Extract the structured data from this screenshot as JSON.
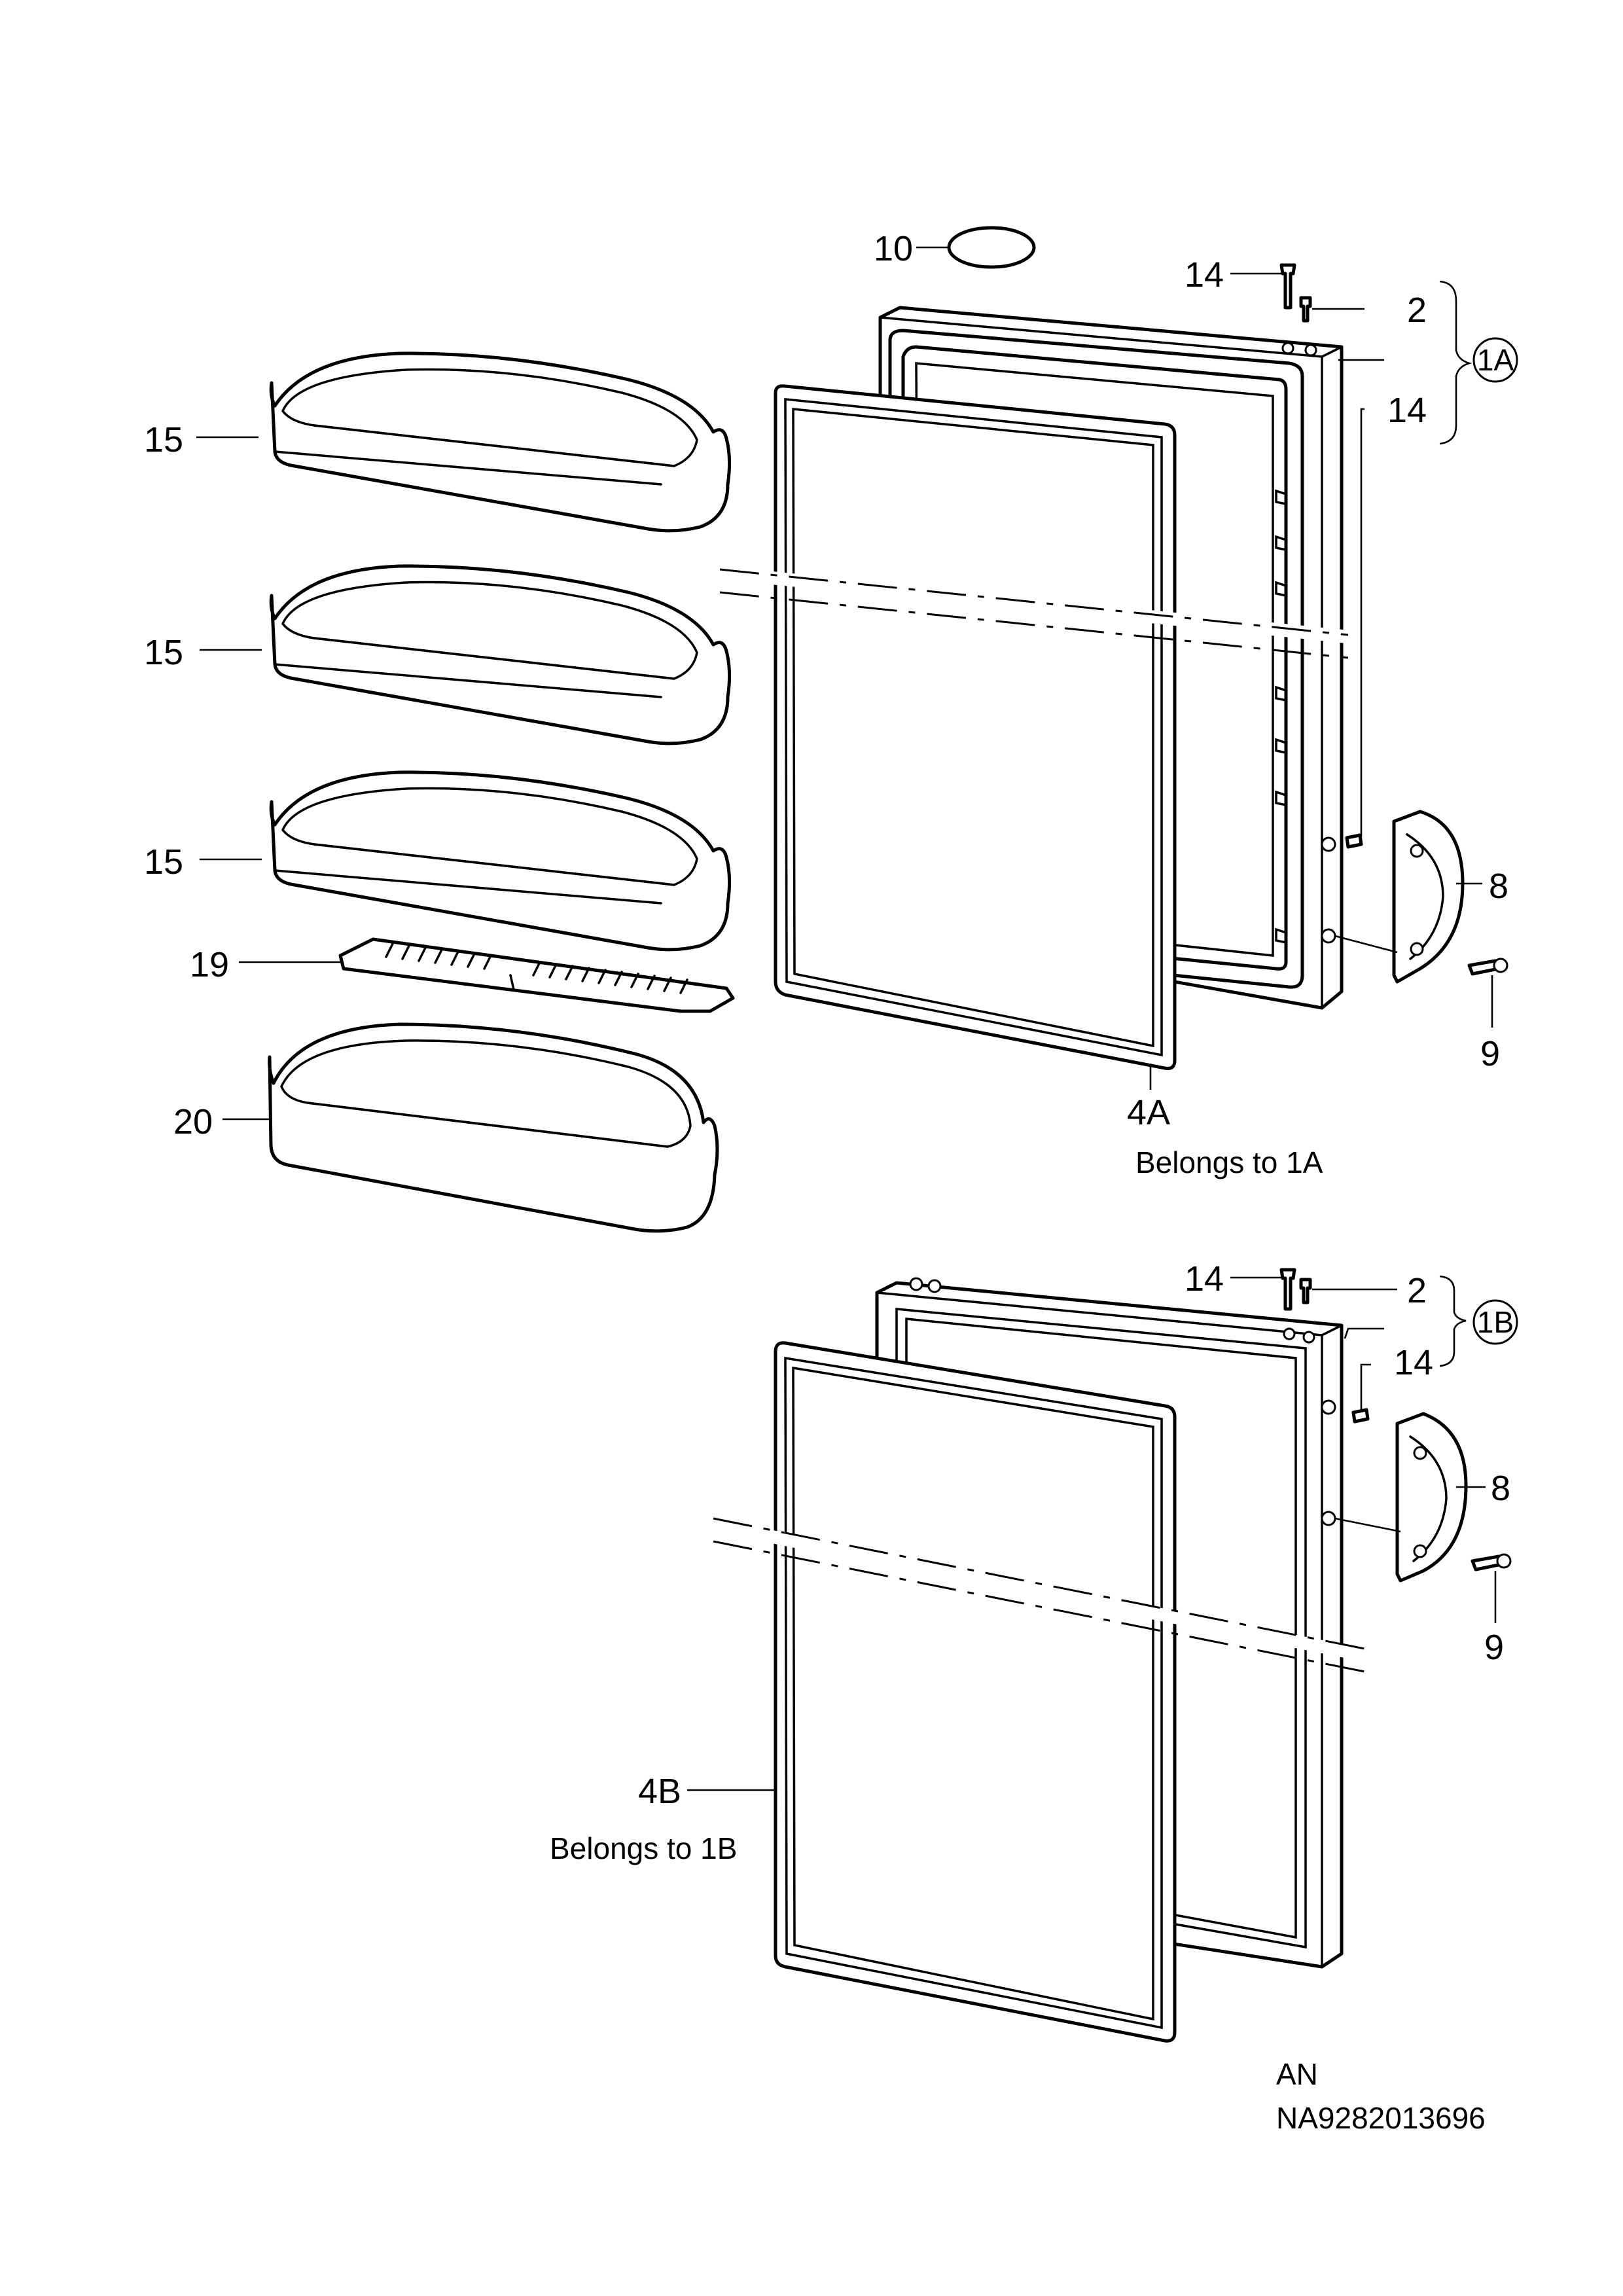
{
  "callouts": {
    "c10": "10",
    "c14_top": "14",
    "c2_top": "2",
    "c1A": "1A",
    "c14_top_right": "14",
    "c15_a": "15",
    "c15_b": "15",
    "c15_c": "15",
    "c19": "19",
    "c20": "20",
    "c8_top": "8",
    "c9_top": "9",
    "c4A": "4A",
    "c14_bottom": "14",
    "c2_bottom": "2",
    "c1B": "1B",
    "c14_bottom_right": "14",
    "c8_bottom": "8",
    "c9_bottom": "9",
    "c4B": "4B"
  },
  "notes": {
    "belongs_1A": "Belongs to 1A",
    "belongs_1B": "Belongs to 1B"
  },
  "footer": {
    "code": "AN",
    "part_number": "NA9282013696"
  }
}
